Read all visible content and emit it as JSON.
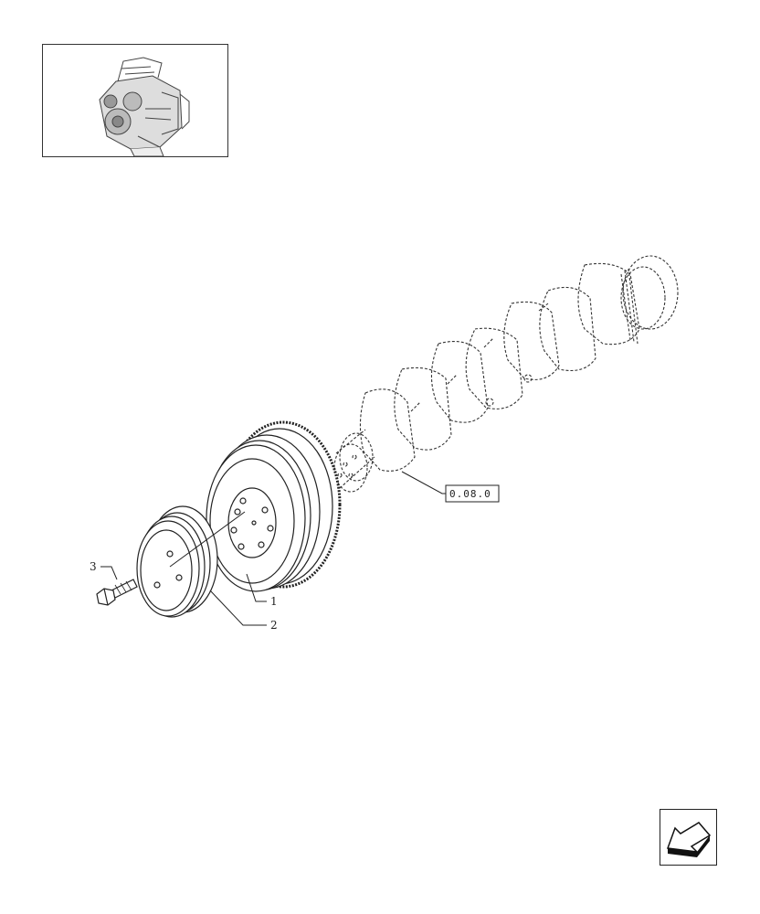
{
  "diagram": {
    "callouts": [
      {
        "id": "1",
        "label": "1"
      },
      {
        "id": "2",
        "label": "2"
      },
      {
        "id": "3",
        "label": "3"
      }
    ],
    "reference": {
      "label": "0.08.0"
    }
  },
  "navigation": {
    "icon": "arrow-left-icon"
  },
  "thumbnail": {
    "icon": "engine-icon"
  },
  "colors": {
    "line": "#222222",
    "background": "#ffffff"
  }
}
